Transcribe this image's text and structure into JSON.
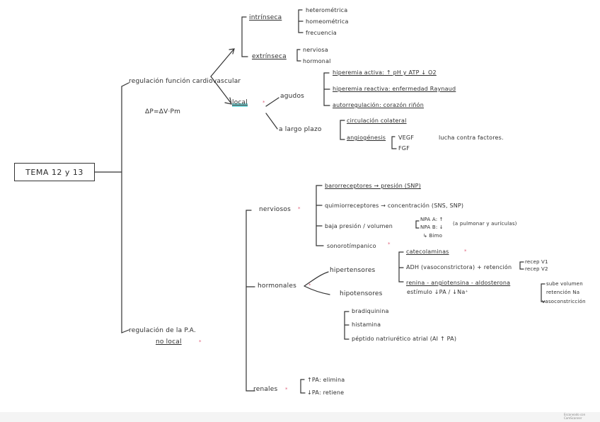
{
  "title": "TEMA 12 y 13",
  "branch_1": {
    "label": "regulación función cardiovascular",
    "formula": "ΔP=ΔV·Pm",
    "extrinsic_group": {
      "intrinseca": {
        "label": "intrínseca",
        "items": [
          "heterométrica",
          "homeométrica",
          "frecuencia"
        ]
      },
      "extrinseca": {
        "label": "extrínseca",
        "items": [
          "nerviosa",
          "hormonal"
        ]
      }
    },
    "local": {
      "label": "local",
      "agudos": {
        "label": "agudos",
        "items": [
          "hiperemia activa: ↑ pH y ATP ↓ O2",
          "hiperemia reactiva: enfermedad Raynaud",
          "autorregulación: corazón riñón"
        ]
      },
      "largo_plazo": {
        "label": "a largo plazo",
        "items": [
          "circulación colateral",
          "angiogénesis"
        ],
        "angiogenesis_detail": [
          "VEGF",
          "FGF",
          "lucha contra factores."
        ]
      }
    }
  },
  "branch_2": {
    "label": "regulación de la P.A.",
    "sub_label": "no local",
    "nerviosos": {
      "label": "nerviosos",
      "items": [
        "barorreceptores → presión (SNP)",
        "quimiorreceptores → concentración (SNS, SNP)",
        "baja presión / volumen",
        "sonorotímpanico"
      ],
      "baja_presion_detail": [
        "NPA A: ↑",
        "NPA B: ↓",
        "(a pulmonar y aurículas)",
        "↳ Bimo"
      ]
    },
    "hormonales": {
      "label": "hormonales",
      "hipertensores": {
        "label": "hipertensores",
        "items": [
          "catecolaminas",
          "ADH (vasoconstrictora) + retención"
        ],
        "adh_detail": [
          "recep V1",
          "recep V2"
        ],
        "renina": "renina - angiotensina - aldosterona",
        "estimulo": "estímulo ↓PA / ↓Na⁺",
        "renina_detail": [
          "sube volumen",
          "retención Na",
          "vasoconstricción"
        ]
      },
      "hipotensores": {
        "label": "hipotensores",
        "items": [
          "bradiquinina",
          "histamina",
          "péptido natriurético atrial (AI ↑ PA)"
        ]
      }
    },
    "renales": {
      "label": "renales",
      "items": [
        "↑PA: elimina",
        "↓PA: retiene"
      ]
    }
  },
  "watermark": "Escaneado con CamScanner",
  "colors": {
    "ink": "#2f2f2f",
    "highlight_teal": "#7ad6d8",
    "star_pink": "#e0607a"
  }
}
